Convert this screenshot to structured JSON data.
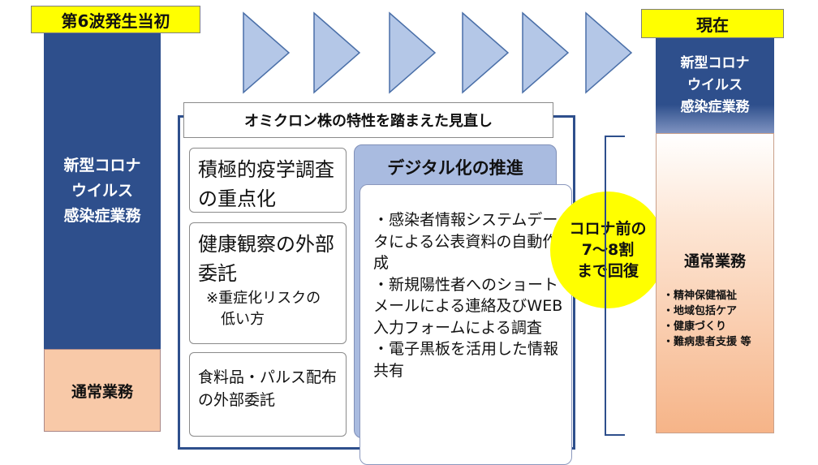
{
  "left": {
    "label": "第6波発生当初",
    "blue_text": "新型コロナ\nウイルス\n感染症業務",
    "peach_text": "通常業務"
  },
  "right": {
    "label": "現在",
    "blue_text": "新型コロナ\nウイルス\n感染症業務",
    "title": "通常業務",
    "items": [
      "・精神保健福祉",
      "・地域包括ケア",
      "・健康づくり",
      "・難病患者支援 等"
    ]
  },
  "main": {
    "headline": "オミクロン株の特性を踏まえた見直し",
    "card1": "積極的疫学調査の重点化",
    "card2": "健康観察の外部委託",
    "card2_note": "※重症化リスクの\n　低い方",
    "card3": "食料品・パルス配布の外部委託",
    "digital": {
      "title": "デジタル化の推進",
      "items": [
        "・感染者情報システムデータによる公表資料の自動作成",
        "・新規陽性者へのショートメールによる連絡及びWEB入力フォームによる調査",
        "・電子黒板を活用した情報共有"
      ]
    }
  },
  "circle": "コロナ前の\n7～8割\nまで回復",
  "colors": {
    "blue": "#2e4f8c",
    "yellow": "#ffff00",
    "peach": "#f8c9a8",
    "arrow": "#b4c7e7",
    "digital_bg": "#a9bbe0"
  },
  "icons": {
    "arrows": "chevron-right-arrow"
  }
}
